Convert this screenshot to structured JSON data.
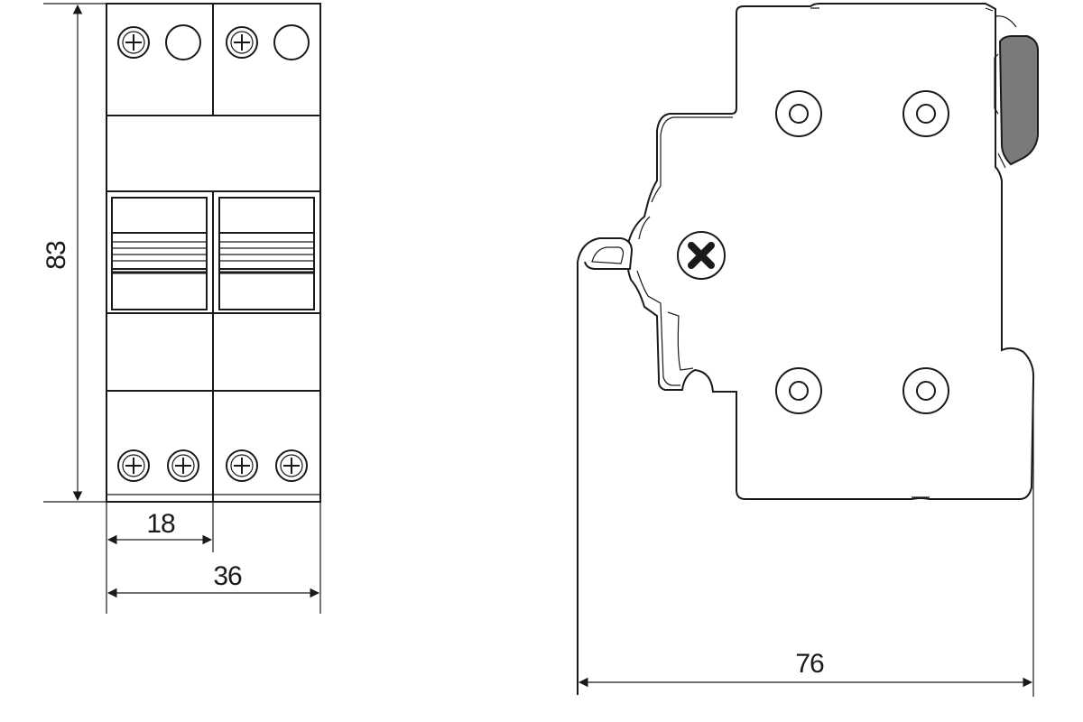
{
  "dimensions": {
    "height": "83",
    "pole_width": "18",
    "total_width": "36",
    "depth": "76"
  },
  "colors": {
    "line": "#1a1a1a",
    "latch_fill": "#7a7a7a",
    "background": "#ffffff"
  }
}
